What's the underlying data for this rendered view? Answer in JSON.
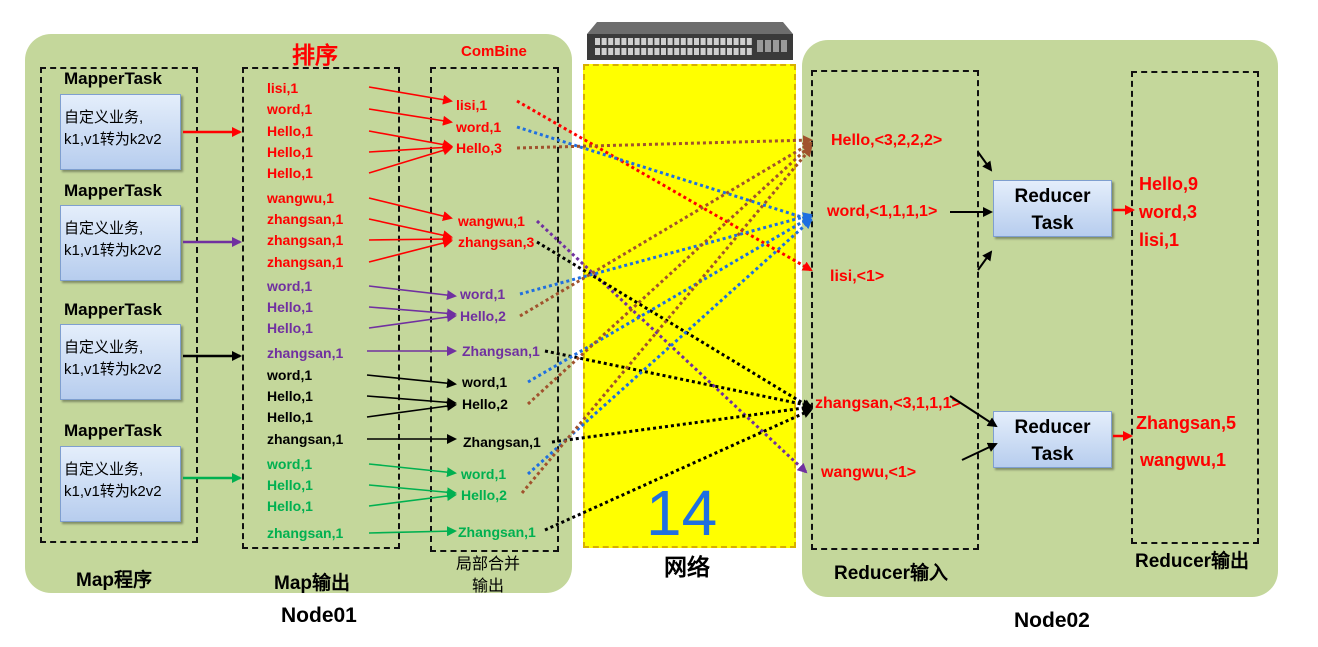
{
  "colors": {
    "red": "#ff0000",
    "purple": "#7030a0",
    "black": "#000000",
    "green": "#00b050",
    "blue": "#1f6fe0",
    "brown": "#a0522d",
    "yellow": "#ffff00"
  },
  "icons": {
    "switch": "network-switch-icon"
  },
  "node01": {
    "label": "Node01",
    "map_program": "Map程序",
    "map_output": "Map输出",
    "combine_output": "局部合并\n输出",
    "sort_label": "排序",
    "combine_label": "ComBine",
    "mapper_tasks": [
      {
        "title": "MapperTask",
        "line1": "自定义业务,",
        "line2": "k1,v1转为k2v2"
      },
      {
        "title": "MapperTask",
        "line1": "自定义业务,",
        "line2": "k1,v1转为k2v2"
      },
      {
        "title": "MapperTask",
        "line1": "自定义业务,",
        "line2": "k1,v1转为k2v2"
      },
      {
        "title": "MapperTask",
        "line1": "自定义业务,",
        "line2": "k1,v1转为k2v2"
      }
    ],
    "map_outputs": [
      {
        "text": "lisi,1",
        "color": "red"
      },
      {
        "text": "word,1",
        "color": "red"
      },
      {
        "text": "Hello,1",
        "color": "red"
      },
      {
        "text": "Hello,1",
        "color": "red"
      },
      {
        "text": "Hello,1",
        "color": "red"
      },
      {
        "text": "wangwu,1",
        "color": "red"
      },
      {
        "text": "zhangsan,1",
        "color": "red"
      },
      {
        "text": "zhangsan,1",
        "color": "red"
      },
      {
        "text": "zhangsan,1",
        "color": "red"
      },
      {
        "text": "word,1",
        "color": "purple"
      },
      {
        "text": "Hello,1",
        "color": "purple"
      },
      {
        "text": "Hello,1",
        "color": "purple"
      },
      {
        "text": "zhangsan,1",
        "color": "purple"
      },
      {
        "text": "word,1",
        "color": "black"
      },
      {
        "text": "Hello,1",
        "color": "black"
      },
      {
        "text": "Hello,1",
        "color": "black"
      },
      {
        "text": "zhangsan,1",
        "color": "black"
      },
      {
        "text": "word,1",
        "color": "green"
      },
      {
        "text": "Hello,1",
        "color": "green"
      },
      {
        "text": "Hello,1",
        "color": "green"
      },
      {
        "text": "zhangsan,1",
        "color": "green"
      }
    ],
    "combined": [
      {
        "text": "lisi,1",
        "color": "red"
      },
      {
        "text": "word,1",
        "color": "red"
      },
      {
        "text": "Hello,3",
        "color": "red"
      },
      {
        "text": "wangwu,1",
        "color": "red"
      },
      {
        "text": "zhangsan,3",
        "color": "red"
      },
      {
        "text": "word,1",
        "color": "purple"
      },
      {
        "text": "Hello,2",
        "color": "purple"
      },
      {
        "text": "Zhangsan,1",
        "color": "purple"
      },
      {
        "text": "word,1",
        "color": "black"
      },
      {
        "text": "Hello,2",
        "color": "black"
      },
      {
        "text": "Zhangsan,1",
        "color": "black"
      },
      {
        "text": "word,1",
        "color": "green"
      },
      {
        "text": "Hello,2",
        "color": "green"
      },
      {
        "text": "Zhangsan,1",
        "color": "green"
      }
    ]
  },
  "network": {
    "number": "14",
    "label": "网络"
  },
  "node02": {
    "label": "Node02",
    "reducer_input_label": "Reducer输入",
    "reducer_output_label": "Reducer输出",
    "reducer_inputs": [
      "Hello,<3,2,2,2>",
      "word,<1,1,1,1>",
      "lisi,<1>",
      "zhangsan,<3,1,1,1>",
      "wangwu,<1>"
    ],
    "reducer_tasks": [
      {
        "line1": "Reducer",
        "line2": "Task"
      },
      {
        "line1": "Reducer",
        "line2": "Task"
      }
    ],
    "outputs": [
      "Hello,9",
      "word,3",
      "lisi,1",
      "Zhangsan,5",
      "wangwu,1"
    ]
  }
}
